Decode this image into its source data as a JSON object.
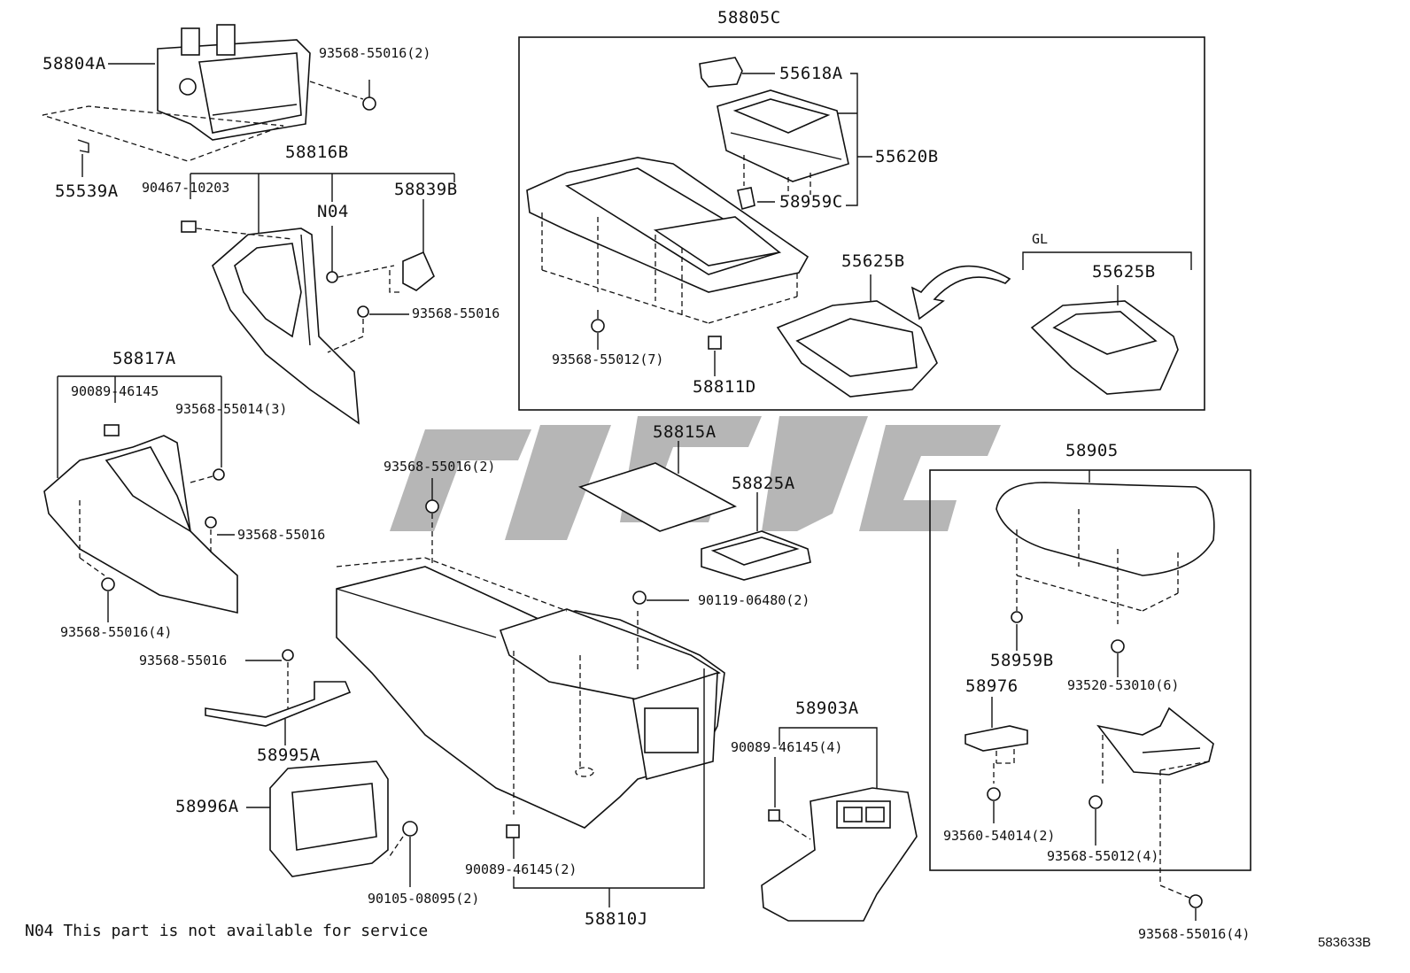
{
  "diagram": {
    "labels": {
      "l58805C": "58805C",
      "l58804A": "58804A",
      "l93568_55016_2a": "93568-55016(2)",
      "l55539A": "55539A",
      "l58816B": "58816B",
      "l90467_10203": "90467-10203",
      "lN04": "N04",
      "l58839B": "58839B",
      "l93568_55016_a": "93568-55016",
      "l58817A": "58817A",
      "l90089_46145": "90089-46145",
      "l93568_55014_3": "93568-55014(3)",
      "l93568_55016_b": "93568-55016",
      "l93568_55016_4a": "93568-55016(4)",
      "l93568_55016_c": "93568-55016",
      "l58995A": "58995A",
      "l58996A": "58996A",
      "l90105_08095_2": "90105-08095(2)",
      "l55618A": "55618A",
      "l55620B": "55620B",
      "l58959C": "58959C",
      "l55625B_a": "55625B",
      "lGL": "GL",
      "l55625B_b": "55625B",
      "l93568_55012_7": "93568-55012(7)",
      "l58811D": "58811D",
      "l58815A": "58815A",
      "l58825A": "58825A",
      "l93568_55016_2b": "93568-55016(2)",
      "l90119_06480_2": "90119-06480(2)",
      "l90089_46145_2": "90089-46145(2)",
      "l58810J": "58810J",
      "l58903A": "58903A",
      "l90089_46145_4": "90089-46145(4)",
      "l58905": "58905",
      "l58959B": "58959B",
      "l93520_53010_6": "93520-53010(6)",
      "l58976": "58976",
      "l93560_54014_2": "93560-54014(2)",
      "l93568_55012_4": "93568-55012(4)",
      "l93568_55016_4b": "93568-55016(4)"
    },
    "footnote": "N04 This part is not available for service",
    "figure_ref": "583633B"
  }
}
